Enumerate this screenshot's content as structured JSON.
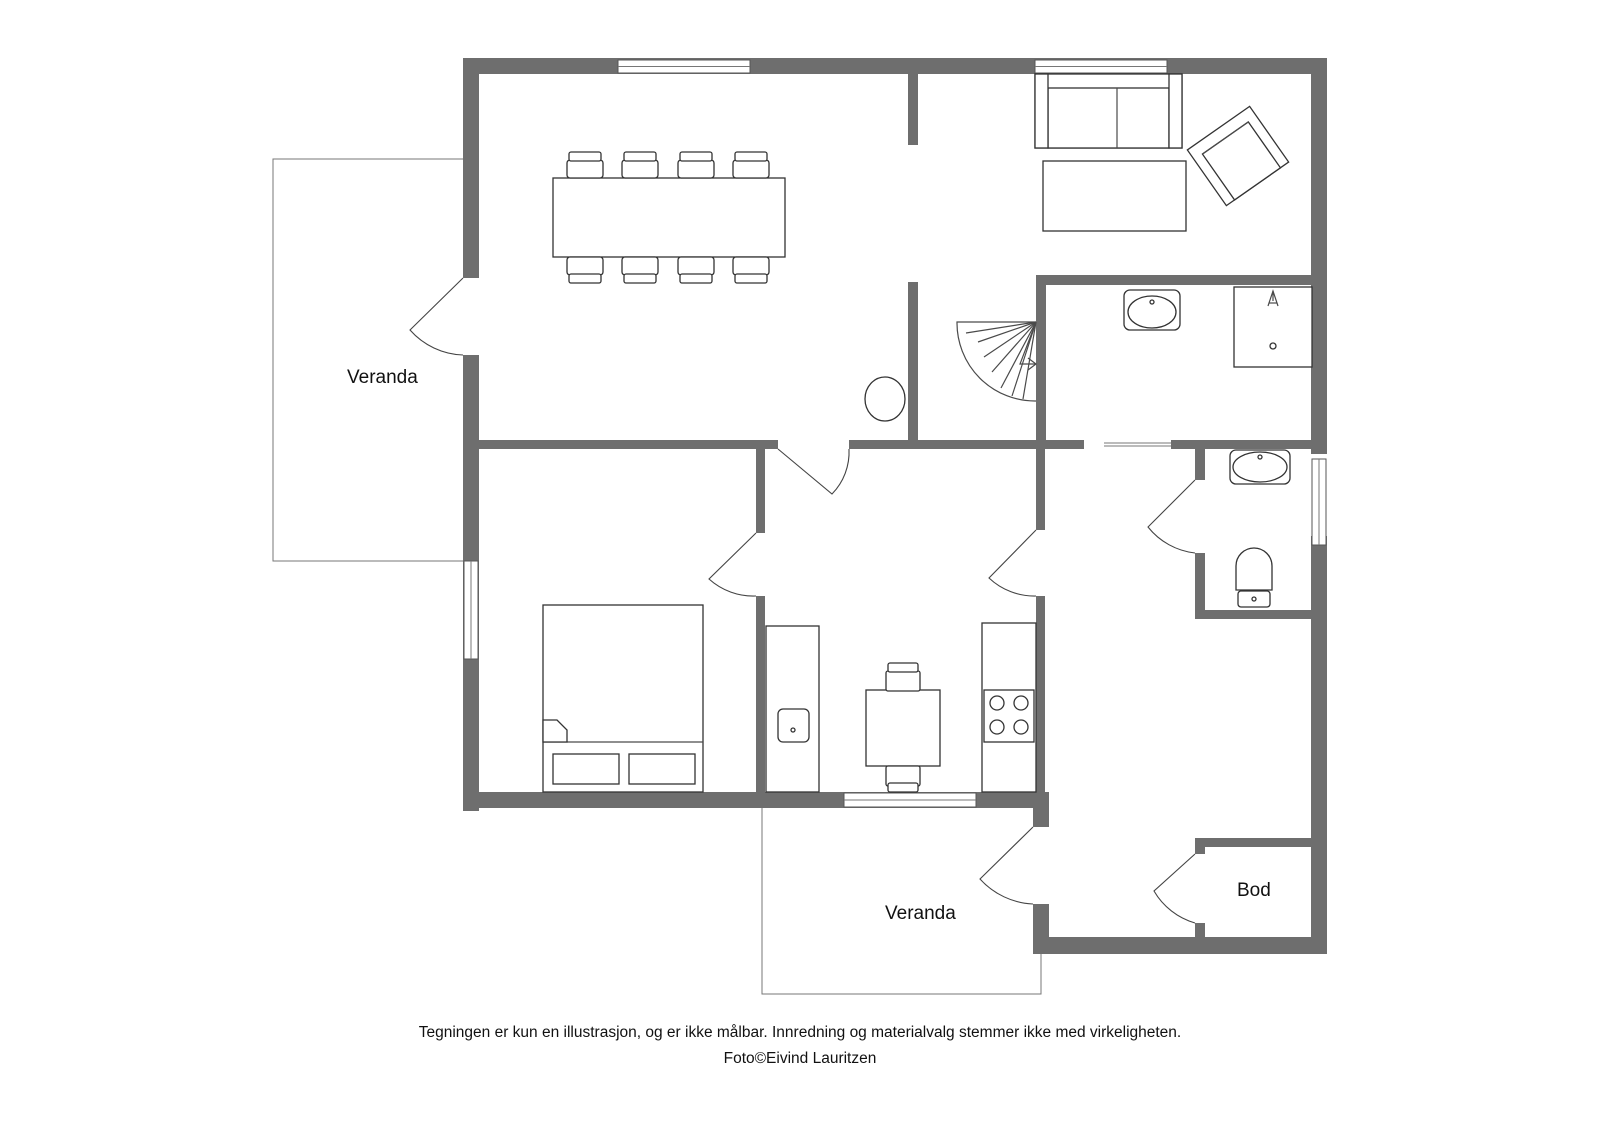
{
  "labels": {
    "veranda_west": "Veranda",
    "veranda_south": "Veranda",
    "storage": "Bod"
  },
  "footer": {
    "disclaimer": "Tegningen er kun en illustrasjon, og er ikke målbar. Innredning og materialvalg stemmer ikke med virkeligheten.",
    "credit": "Foto©Eivind Lauritzen"
  },
  "colors": {
    "wall": "#6e6e6e",
    "background": "#ffffff",
    "line": "#333333"
  }
}
